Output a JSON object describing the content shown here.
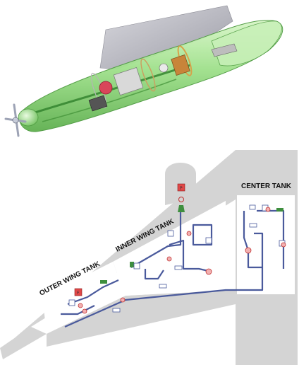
{
  "labels": {
    "outer_wing_tank": "OUTER WING TANK",
    "inner_wing_tank": "INNER WING TANK",
    "center_tank": "CENTER TANK"
  },
  "icons": {
    "pod_illustration": "fuel-pod-cutaway-icon",
    "pump_marker": "pump-icon"
  },
  "colors": {
    "tank_region": "#d4d4d4",
    "pipe": "#4a5a9c",
    "pod_shell": "#9ee08a",
    "pod_fin": "#b9b9c2",
    "marker_red": "#e04848",
    "valve_green": "#3e8f3e"
  }
}
